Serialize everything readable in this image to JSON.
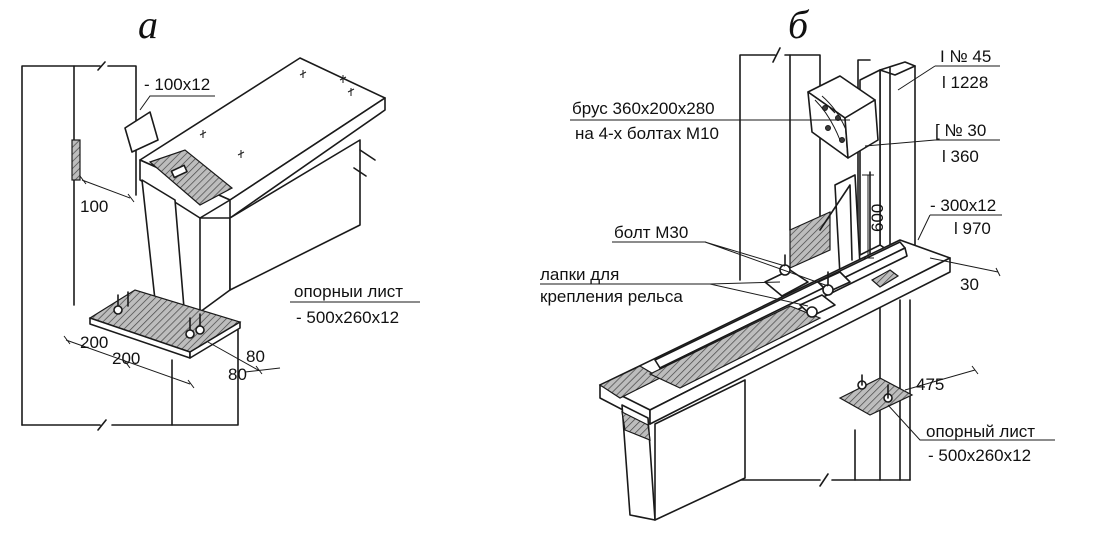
{
  "panel_a": {
    "letter": "а",
    "plate_top": "- 100x12",
    "dim_100": "100",
    "support_plate_title": "опорныи лист",
    "support_plate_size": "- 500x260x12",
    "dim_200_left": "200",
    "dim_200_right": "200",
    "dim_80_top": "80",
    "dim_80_bottom": "80"
  },
  "panel_b": {
    "letter": "б",
    "beam_label": "брус 360x200x280",
    "beam_bolts": "на 4-х болтах М10",
    "ibeam_label": "I  № 45",
    "ibeam_length": "l 1228",
    "channel_label": "[  № 30",
    "channel_length": "l 360",
    "plate_label": "- 300x12",
    "plate_length": "l 970",
    "bolt_label": "болт М30",
    "lugs_line1": "лапки для",
    "lugs_line2": "крепления рельса",
    "dim_600": "600",
    "dim_30": "30",
    "dim_475": "475",
    "support_plate_title": "опорный лист",
    "support_plate_size": "- 500x260x12"
  }
}
